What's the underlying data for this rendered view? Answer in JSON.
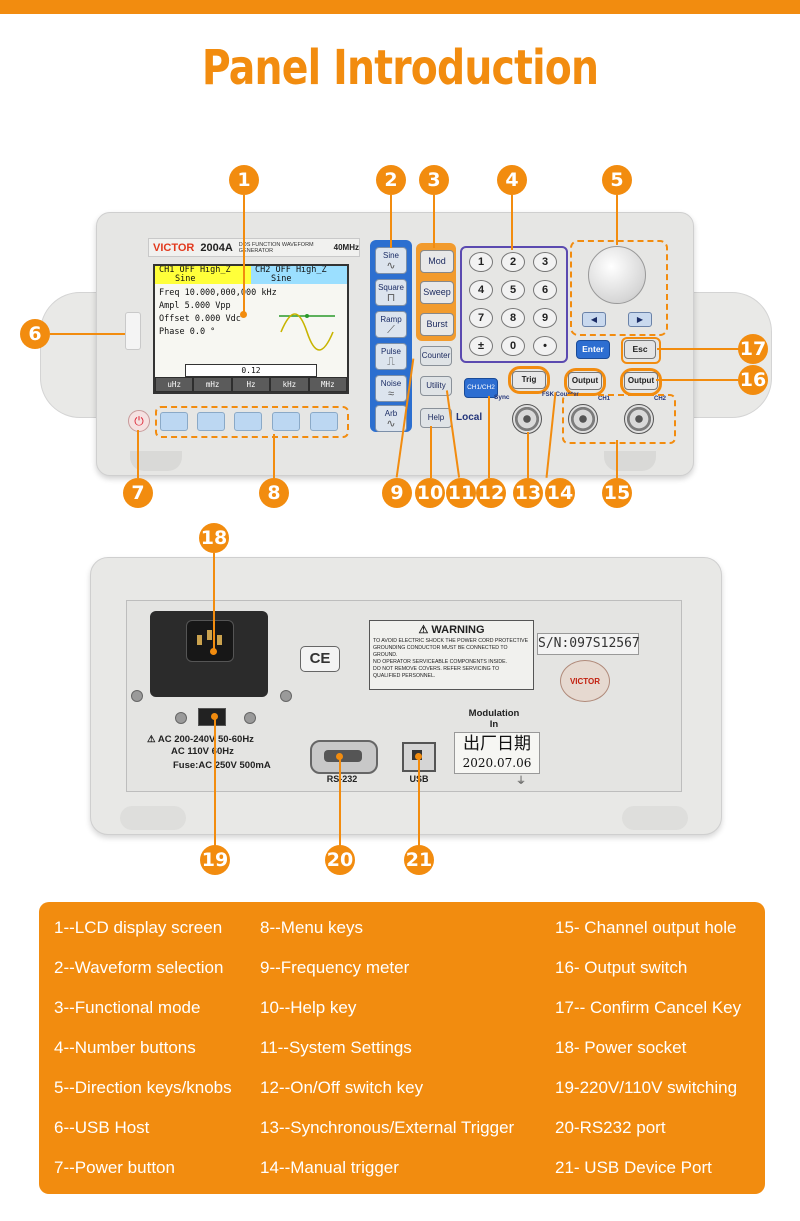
{
  "title": "Panel Introduction",
  "front_panel": {
    "brand": "VICTOR",
    "model": "2004A",
    "subtitle": "DDS FUNCTION WAVEFORM GENERATOR",
    "bandwidth": "40MHz",
    "lcd": {
      "ch1_line1": "CH1  OFF  High_Z",
      "ch1_line2": "Sine",
      "ch2_line1": "CH2  OFF  High_Z",
      "ch2_line2": "Sine",
      "freq": "Freq   10.000,000,000 kHz",
      "ampl": "Ampl   5.000 Vpp",
      "offset": "Offset 0.000 Vdc",
      "phase": "Phase  0.0 °",
      "entry": "0.12",
      "units": [
        "uHz",
        "mHz",
        "Hz",
        "kHz",
        "MHz"
      ]
    },
    "waveform_keys": [
      "Sine",
      "Square",
      "Ramp",
      "Pulse",
      "Noise",
      "Arb"
    ],
    "mode_keys": [
      "Mod",
      "Sweep",
      "Burst"
    ],
    "counter_label": "Counter",
    "utility_label": "Utility",
    "help_label": "Help",
    "local_label": "Local",
    "ch_switch_label": "CH1/CH2",
    "sync_label": "Sync",
    "number_keys": [
      "1",
      "2",
      "3",
      "4",
      "5",
      "6",
      "7",
      "8",
      "9",
      "±",
      "0",
      "•"
    ],
    "enter_label": "Enter",
    "esc_label": "Esc",
    "trig_label": "Trig",
    "output_label": "Output",
    "fsk_label": "FSK Counter",
    "ch1_label": "CH1",
    "ch2_label": "CH2"
  },
  "rear_panel": {
    "warning_title": "⚠ WARNING",
    "warning_lines": [
      "TO AVOID ELECTRIC SHOCK THE POWER CORD PROTECTIVE",
      "GROUNDING CONDUCTOR MUST BE CONNECTED TO GROUND.",
      "NO OPERATOR SERVICEABLE COMPONENTS INSIDE.",
      "DO NOT REMOVE COVERS. REFER SERVICING TO",
      "QUALIFIED PERSONNEL."
    ],
    "ce": "CE",
    "serial": "S/N:097S12567",
    "seal_brand": "VICTOR",
    "modulation": "Modulation",
    "modulation_in": "In",
    "date_title": "出厂日期",
    "date_value": "2020.07.06",
    "ac_line1": "AC 200-240V 50-60Hz",
    "ac_line2": "AC 110V   60Hz",
    "fuse": "Fuse:AC 250V 500mA",
    "rs232_label": "RS-232",
    "usb_label": "USB"
  },
  "callouts": [
    "1",
    "2",
    "3",
    "4",
    "5",
    "6",
    "7",
    "8",
    "9",
    "10",
    "11",
    "12",
    "13",
    "14",
    "15",
    "16",
    "17",
    "18",
    "19",
    "20",
    "21"
  ],
  "legend": [
    "1--LCD display screen",
    "2--Waveform selection",
    "3--Functional mode",
    "4--Number buttons",
    "5--Direction keys/knobs",
    "6--USB Host",
    "7--Power button",
    "8--Menu keys",
    "9--Frequency meter",
    "10--Help key",
    "11--System Settings",
    "12--On/Off switch key",
    "13--Synchronous/External Trigger",
    "14--Manual trigger",
    "15- Channel output hole",
    "16- Output switch",
    "17-- Confirm Cancel Key",
    "18- Power socket",
    "19-220V/110V switching",
    "20-RS232 port",
    "21- USB Device Port"
  ],
  "colors": {
    "accent": "#f28c0f",
    "panel": "#e6e6e4",
    "blue_key": "#2d6ed1"
  }
}
